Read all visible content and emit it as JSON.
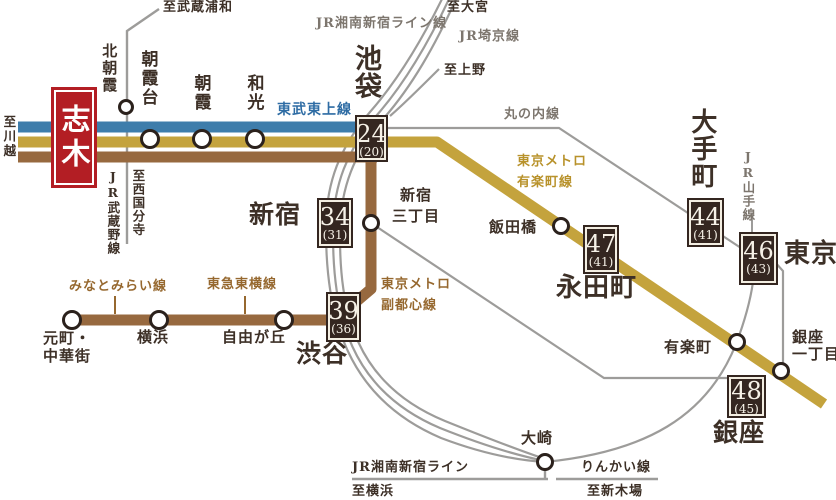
{
  "title": "志木駅からの路線図",
  "colors": {
    "tojo_blue": "#3e7dab",
    "yurakucho_gold": "#c4a33d",
    "fukutoshin_brown": "#97693f",
    "jr_gray": "#9d9c9a",
    "text_dark": "#3d3027",
    "text_gray": "#7d766e",
    "badge_bg": "#342620",
    "badge_text": "#f6f1e7",
    "shiki_red": "#b31e24",
    "circle_stroke": "#2b211c"
  },
  "origin": {
    "name": "志木"
  },
  "stations": {
    "kitaasaka": "北朝霞",
    "asakadai": "朝霞台",
    "asaka": "朝霞",
    "wako": "和光",
    "ikebukuro": "池袋",
    "shinjuku": "新宿",
    "shinjuku_sanchome_l1": "新宿",
    "shinjuku_sanchome_l2": "三丁目",
    "iidabashi": "飯田橋",
    "nagatacho": "永田町",
    "otemachi": "大手町",
    "tokyo": "東京",
    "yurakucho": "有楽町",
    "ginza_itchome_l1": "銀座",
    "ginza_itchome_l2": "一丁目",
    "ginza": "銀座",
    "shibuya": "渋谷",
    "osaki": "大崎",
    "motomachi_l1": "元町・",
    "motomachi_l2": "中華街",
    "yokohama": "横浜",
    "jiyugaoka": "自由が丘"
  },
  "line_labels": {
    "tobu_tojo": "東武東上線",
    "jr_shonan_top": "JR湘南新宿ライン線",
    "jr_saikyo": "JR埼京線",
    "marunouchi": "丸の内線",
    "yurakucho_l1": "東京メトロ",
    "yurakucho_l2": "有楽町線",
    "fukutoshin_l1": "東京メトロ",
    "fukutoshin_l2": "副都心線",
    "minatomirai": "みなとみらい線",
    "toyoko": "東急東横線",
    "jr_musashino": "JR武蔵野線",
    "jr_yamanote": "JR山手線",
    "jr_shonan_bottom": "JR湘南新宿ライン",
    "rinkai": "りんかい線"
  },
  "directions": {
    "to_kawagoe": "至川越",
    "to_musashiurawa": "至武蔵浦和",
    "to_omiya": "至大宮",
    "to_ueno": "至上野",
    "to_nishikokubunji": "至西国分寺",
    "to_yokohama": "至横浜",
    "to_shinkiba": "至新木場"
  },
  "badges": {
    "ikebukuro": {
      "min": "24",
      "paren": "(20)"
    },
    "shinjuku": {
      "min": "34",
      "paren": "(31)"
    },
    "shibuya": {
      "min": "39",
      "paren": "(36)"
    },
    "nagatacho": {
      "min": "47",
      "paren": "(41)"
    },
    "otemachi": {
      "min": "44",
      "paren": "(41)"
    },
    "tokyo": {
      "min": "46",
      "paren": "(43)"
    },
    "ginza": {
      "min": "48",
      "paren": "(45)"
    }
  }
}
